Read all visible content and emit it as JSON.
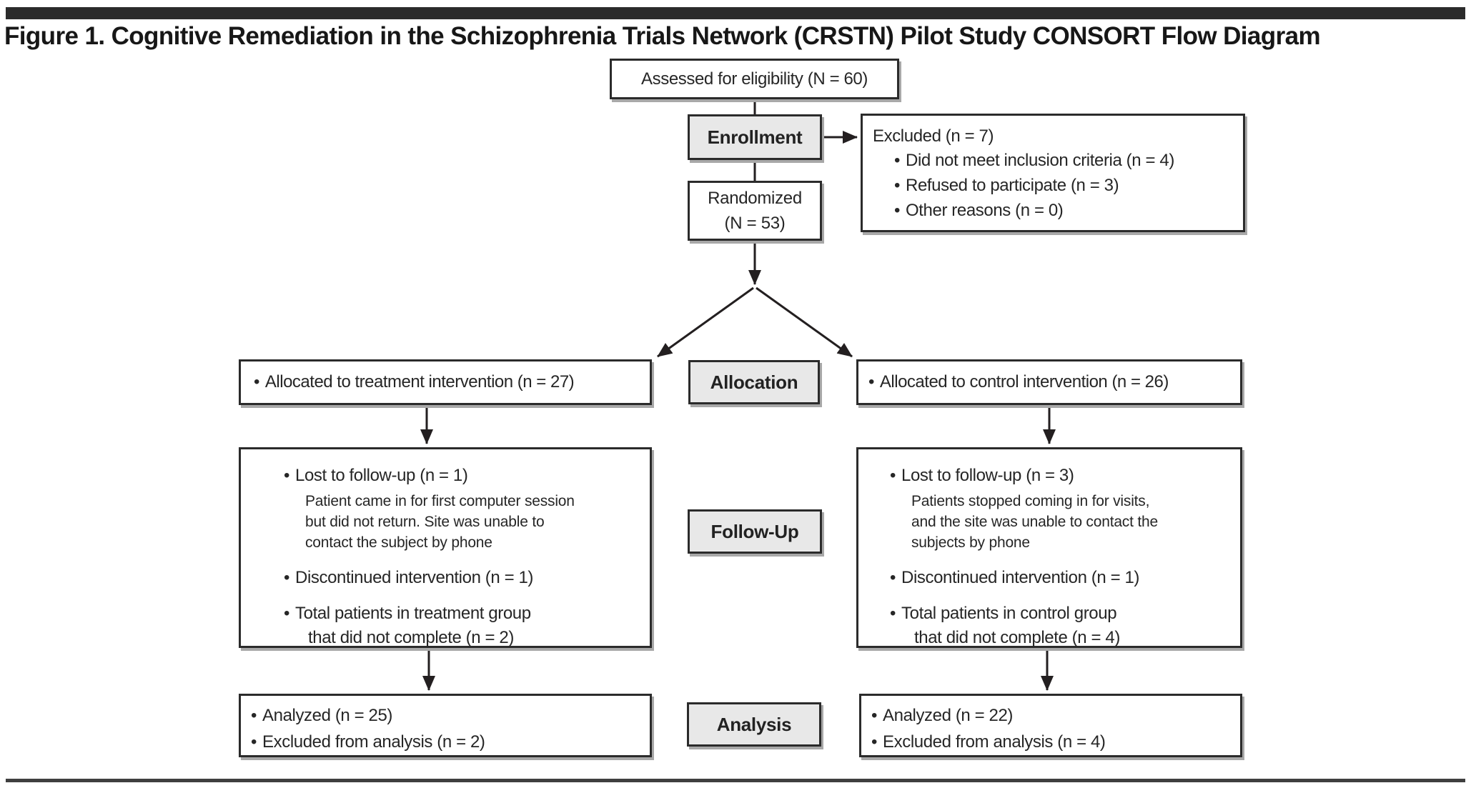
{
  "bullet": "•",
  "figure": {
    "title": "Figure 1. Cognitive Remediation in the Schizophrenia Trials Network (CRSTN) Pilot Study CONSORT Flow Diagram"
  },
  "stages": {
    "enrollment": "Enrollment",
    "allocation": "Allocation",
    "followup": "Follow-Up",
    "analysis": "Analysis"
  },
  "boxes": {
    "assessed": "Assessed for eligibility (N = 60)",
    "excluded": {
      "heading": "Excluded (n = 7)",
      "items": [
        "Did not meet inclusion criteria (n = 4)",
        "Refused to participate (n = 3)",
        "Other reasons (n = 0)"
      ]
    },
    "randomized": {
      "line1": "Randomized",
      "line2": "(N = 53)"
    },
    "treatment": {
      "allocated": "Allocated to treatment intervention (n = 27)",
      "lost": "Lost to follow-up (n = 1)",
      "lost_note": [
        "Patient came in for first computer session",
        "but did not return. Site was unable to",
        "contact the subject by phone"
      ],
      "discontinued": "Discontinued intervention (n = 1)",
      "total_line1": "Total patients in treatment group",
      "total_line2": "that did not complete (n = 2)",
      "analyzed": "Analyzed (n = 25)",
      "excluded_from_analysis": "Excluded from analysis (n = 2)"
    },
    "control": {
      "allocated": "Allocated to control intervention (n = 26)",
      "lost": "Lost to follow-up (n = 3)",
      "lost_note": [
        "Patients stopped coming in for visits,",
        "and the site was unable to contact the",
        "subjects by phone"
      ],
      "discontinued": "Discontinued intervention (n = 1)",
      "total_line1": "Total patients in control group",
      "total_line2": "that did not complete (n = 4)",
      "analyzed": "Analyzed (n = 22)",
      "excluded_from_analysis": "Excluded from analysis (n = 4)"
    }
  },
  "colors": {
    "stage_box_fill": "#e8e8e8",
    "box_border": "#2b2b2b",
    "connector_line": "#231f20",
    "top_bar": "#2b2b2b",
    "bottom_bar": "#3f3f3f"
  }
}
